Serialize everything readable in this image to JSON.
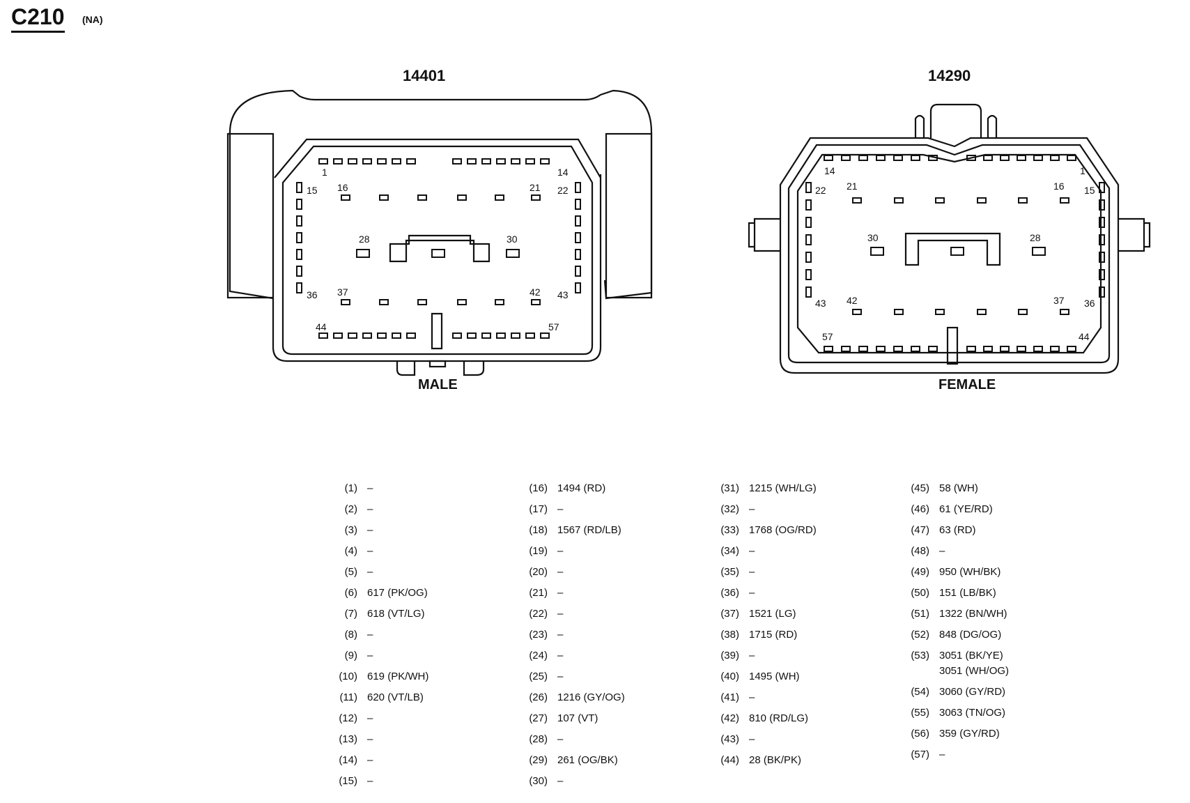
{
  "header": {
    "title": "C210",
    "subtitle": "(NA)"
  },
  "connectors": [
    {
      "part_number": "14401",
      "gender": "MALE",
      "pin_labels": [
        "1",
        "14",
        "15",
        "16",
        "21",
        "22",
        "28",
        "30",
        "36",
        "37",
        "42",
        "43",
        "44",
        "57"
      ]
    },
    {
      "part_number": "14290",
      "gender": "FEMALE",
      "pin_labels": [
        "14",
        "1",
        "22",
        "21",
        "16",
        "15",
        "30",
        "28",
        "43",
        "42",
        "37",
        "36",
        "57",
        "44"
      ]
    }
  ],
  "pins": [
    {
      "pin": "(1)",
      "wires": [
        "–"
      ]
    },
    {
      "pin": "(2)",
      "wires": [
        "–"
      ]
    },
    {
      "pin": "(3)",
      "wires": [
        "–"
      ]
    },
    {
      "pin": "(4)",
      "wires": [
        "–"
      ]
    },
    {
      "pin": "(5)",
      "wires": [
        "–"
      ]
    },
    {
      "pin": "(6)",
      "wires": [
        "617 (PK/OG)"
      ]
    },
    {
      "pin": "(7)",
      "wires": [
        "618 (VT/LG)"
      ]
    },
    {
      "pin": "(8)",
      "wires": [
        "–"
      ]
    },
    {
      "pin": "(9)",
      "wires": [
        "–"
      ]
    },
    {
      "pin": "(10)",
      "wires": [
        "619 (PK/WH)"
      ]
    },
    {
      "pin": "(11)",
      "wires": [
        "620 (VT/LB)"
      ]
    },
    {
      "pin": "(12)",
      "wires": [
        "–"
      ]
    },
    {
      "pin": "(13)",
      "wires": [
        "–"
      ]
    },
    {
      "pin": "(14)",
      "wires": [
        "–"
      ]
    },
    {
      "pin": "(15)",
      "wires": [
        "–"
      ]
    },
    {
      "pin": "(16)",
      "wires": [
        "1494 (RD)"
      ]
    },
    {
      "pin": "(17)",
      "wires": [
        "–"
      ]
    },
    {
      "pin": "(18)",
      "wires": [
        "1567 (RD/LB)"
      ]
    },
    {
      "pin": "(19)",
      "wires": [
        "–"
      ]
    },
    {
      "pin": "(20)",
      "wires": [
        "–"
      ]
    },
    {
      "pin": "(21)",
      "wires": [
        "–"
      ]
    },
    {
      "pin": "(22)",
      "wires": [
        "–"
      ]
    },
    {
      "pin": "(23)",
      "wires": [
        "–"
      ]
    },
    {
      "pin": "(24)",
      "wires": [
        "–"
      ]
    },
    {
      "pin": "(25)",
      "wires": [
        "–"
      ]
    },
    {
      "pin": "(26)",
      "wires": [
        "1216 (GY/OG)"
      ]
    },
    {
      "pin": "(27)",
      "wires": [
        "107 (VT)"
      ]
    },
    {
      "pin": "(28)",
      "wires": [
        "–"
      ]
    },
    {
      "pin": "(29)",
      "wires": [
        "261 (OG/BK)"
      ]
    },
    {
      "pin": "(30)",
      "wires": [
        "–"
      ]
    },
    {
      "pin": "(31)",
      "wires": [
        "1215 (WH/LG)"
      ]
    },
    {
      "pin": "(32)",
      "wires": [
        "–"
      ]
    },
    {
      "pin": "(33)",
      "wires": [
        "1768 (OG/RD)"
      ]
    },
    {
      "pin": "(34)",
      "wires": [
        "–"
      ]
    },
    {
      "pin": "(35)",
      "wires": [
        "–"
      ]
    },
    {
      "pin": "(36)",
      "wires": [
        "–"
      ]
    },
    {
      "pin": "(37)",
      "wires": [
        "1521 (LG)"
      ]
    },
    {
      "pin": "(38)",
      "wires": [
        "1715 (RD)"
      ]
    },
    {
      "pin": "(39)",
      "wires": [
        "–"
      ]
    },
    {
      "pin": "(40)",
      "wires": [
        "1495 (WH)"
      ]
    },
    {
      "pin": "(41)",
      "wires": [
        "–"
      ]
    },
    {
      "pin": "(42)",
      "wires": [
        "810 (RD/LG)"
      ]
    },
    {
      "pin": "(43)",
      "wires": [
        "–"
      ]
    },
    {
      "pin": "(44)",
      "wires": [
        "28 (BK/PK)"
      ]
    },
    {
      "pin": "(45)",
      "wires": [
        "58 (WH)"
      ]
    },
    {
      "pin": "(46)",
      "wires": [
        "61 (YE/RD)"
      ]
    },
    {
      "pin": "(47)",
      "wires": [
        "63 (RD)"
      ]
    },
    {
      "pin": "(48)",
      "wires": [
        "–"
      ]
    },
    {
      "pin": "(49)",
      "wires": [
        "950 (WH/BK)"
      ]
    },
    {
      "pin": "(50)",
      "wires": [
        "151 (LB/BK)"
      ]
    },
    {
      "pin": "(51)",
      "wires": [
        "1322 (BN/WH)"
      ]
    },
    {
      "pin": "(52)",
      "wires": [
        "848 (DG/OG)"
      ]
    },
    {
      "pin": "(53)",
      "wires": [
        "3051 (BK/YE)",
        "3051 (WH/OG)"
      ]
    },
    {
      "pin": "(54)",
      "wires": [
        "3060 (GY/RD)"
      ]
    },
    {
      "pin": "(55)",
      "wires": [
        "3063 (TN/OG)"
      ]
    },
    {
      "pin": "(56)",
      "wires": [
        "359 (GY/RD)"
      ]
    },
    {
      "pin": "(57)",
      "wires": [
        "–"
      ]
    }
  ]
}
